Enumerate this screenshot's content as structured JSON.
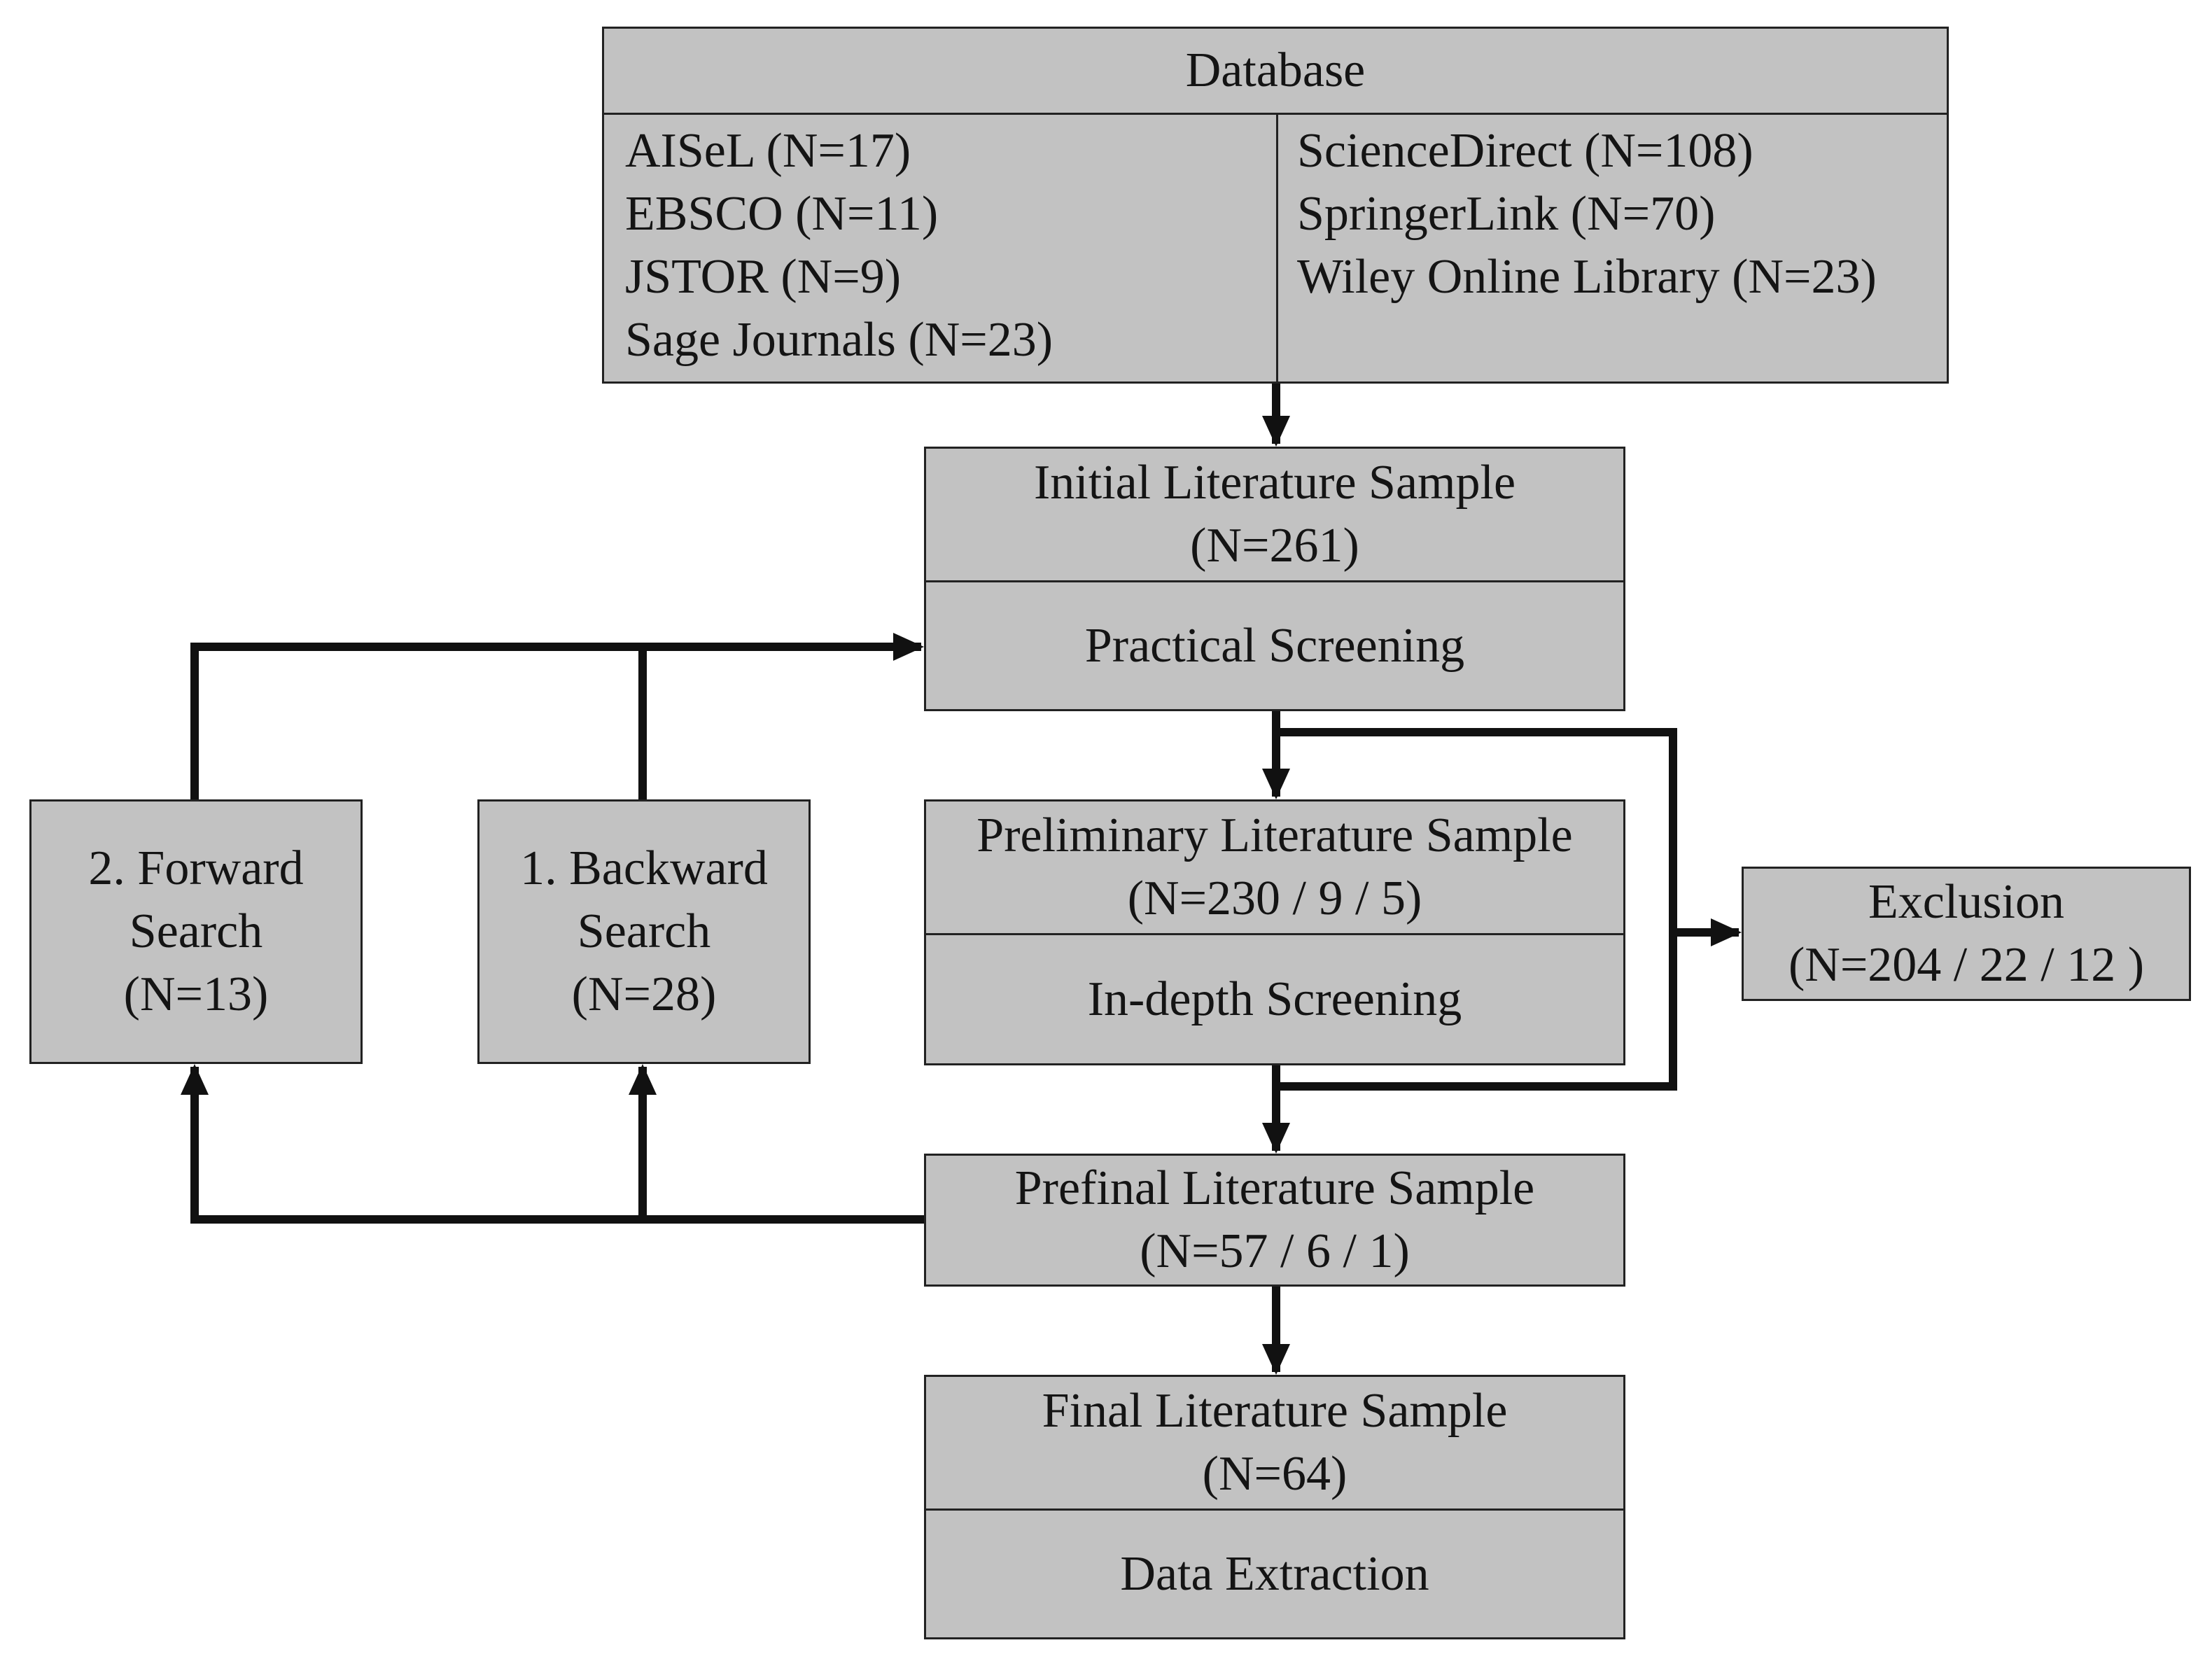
{
  "database": {
    "title": "Database",
    "left_items": [
      "AISeL (N=17)",
      "EBSCO (N=11)",
      "JSTOR (N=9)",
      "Sage Journals (N=23)"
    ],
    "right_items": [
      "ScienceDirect (N=108)",
      "SpringerLink (N=70)",
      "Wiley Online Library (N=23)"
    ]
  },
  "initial": {
    "title": "Initial Literature Sample",
    "count": "(N=261)",
    "step": "Practical Screening"
  },
  "preliminary": {
    "title": "Preliminary Literature Sample",
    "count": "(N=230 / 9 / 5)",
    "step": "In-depth Screening"
  },
  "prefinal": {
    "title": "Prefinal Literature Sample",
    "count": "(N=57 / 6 / 1)"
  },
  "final": {
    "title": "Final Literature Sample",
    "count": "(N=64)",
    "step": "Data Extraction"
  },
  "exclusion": {
    "title": "Exclusion",
    "count": "(N=204 / 22 / 12 )"
  },
  "forward": {
    "line1": "2. Forward",
    "line2": "Search",
    "count": "(N=13)"
  },
  "backward": {
    "line1": "1. Backward",
    "line2": "Search",
    "count": "(N=28)"
  }
}
